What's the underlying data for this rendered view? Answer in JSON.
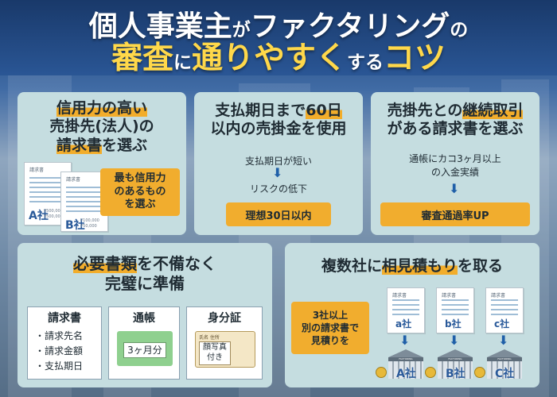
{
  "title": {
    "line1_a": "個人事業主",
    "line1_b": "が",
    "line1_c": "ファクタリング",
    "line1_d": "の",
    "line2_a": "審査",
    "line2_b": "に",
    "line2_c": "通りやすく",
    "line2_d": "する",
    "line2_e": "コツ"
  },
  "panel1": {
    "title_hl": "信用力の高い",
    "title_l2": "売掛先(法人)の",
    "title_l3_hl": "請求書",
    "title_l3": "を選ぶ",
    "doc_title": "請求書",
    "doc_a": "A社",
    "doc_b": "B社",
    "doc_a_amount": "¥500,000\n¥500,000",
    "doc_b_amount": "¥100,000\n¥50,000",
    "callout": "最も信用力\nのあるもの\nを選ぶ"
  },
  "panel2": {
    "title_l1_a": "支払期日まで",
    "title_l1_hl": "60日",
    "title_l2": "以内の売掛金を使用",
    "step1": "支払期日が短い",
    "step2": "リスクの低下",
    "result": "理想30日以内"
  },
  "panel3": {
    "title_l1_a": "売掛先との",
    "title_l1_hl": "継続取引",
    "title_l2": "がある請求書を選ぶ",
    "step1": "通帳にカコ3ヶ月以上\nの入金実績",
    "result": "審査通過率UP"
  },
  "panel4": {
    "title_l1_hl": "必要書類",
    "title_l1_b": "を不備なく",
    "title_l2": "完璧に準備",
    "card1_title": "請求書",
    "card1_items": [
      "請求先名",
      "請求金額",
      "支払期日"
    ],
    "card2_title": "通帳",
    "card2_badge": "3ヶ月分",
    "card3_title": "身分証",
    "card3_photo": "顔写真\n付き",
    "card3_text": "氏名 住所"
  },
  "panel5": {
    "title_a": "複数社に",
    "title_hl": "相見積もり",
    "title_b": "を取る",
    "callout": "3社以上\n別の請求書で\n見積りを",
    "doc_title": "請求書",
    "docs": [
      "a社",
      "b社",
      "c社"
    ],
    "buildings": [
      "A社",
      "B社",
      "C社"
    ],
    "building_sign": "FACTORING"
  },
  "colors": {
    "accent": "#f2ad2b",
    "panel": "#c5dde0",
    "title_yellow": "#ffd84a",
    "arrow_blue": "#1f5fa8"
  },
  "icons": [
    "down-arrow-icon",
    "document-icon",
    "building-icon",
    "coin-icon",
    "passbook-icon",
    "id-card-icon"
  ]
}
